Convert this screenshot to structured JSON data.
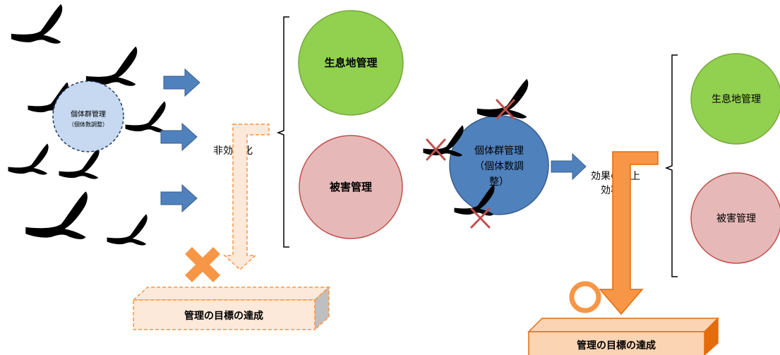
{
  "left": {
    "population_circle": {
      "line1": "個体群管理",
      "line2": "（個体数調整）"
    },
    "inefficiency_label": "非効率化",
    "habitat_circle": "生息地管理",
    "damage_circle": "被害管理",
    "goal_box": "管理の目標の達成",
    "status_mark": "✕"
  },
  "right": {
    "population_circle": {
      "line1": "個体群管理",
      "line2": "（個体数調",
      "line3": "整）"
    },
    "effect_label": {
      "line1": "効果の向上",
      "line2": "効率化"
    },
    "habitat_circle": "生息地管理",
    "damage_circle": "被害管理",
    "goal_box": "管理の目標の達成",
    "status_mark": "〇"
  },
  "colors": {
    "blue_arrow": "#4f81bd",
    "green_circle": "#92d050",
    "red_circle": "#e6b9b8",
    "light_blue_circle": "#c6d9f1",
    "population_blue": "#4f81bd",
    "orange": "#f79646",
    "light_orange": "#fcd5b4",
    "cross_red": "#c0504d"
  }
}
